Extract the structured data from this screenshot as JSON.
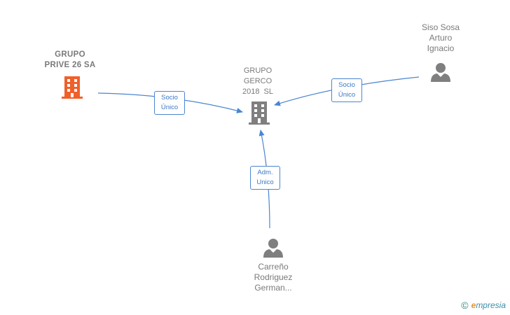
{
  "nodes": {
    "grupo_prive": {
      "lines": [
        "GRUPO",
        "PRIVE 26 SA"
      ],
      "color": "#f0602a"
    },
    "grupo_gerco": {
      "lines": [
        "GRUPO",
        "GERCO",
        "2018  SL"
      ],
      "color": "#8a8a8a"
    },
    "siso_sosa": {
      "lines": [
        "Siso Sosa",
        "Arturo",
        "Ignacio"
      ],
      "color": "#8a8a8a"
    },
    "carreno": {
      "lines": [
        "Carreño",
        "Rodriguez",
        "German..."
      ],
      "color": "#8a8a8a"
    }
  },
  "edges": {
    "prive_to_gerco": {
      "lines": [
        "Socio",
        "Único"
      ]
    },
    "siso_to_gerco": {
      "lines": [
        "Socio",
        "Único"
      ]
    },
    "carreno_to_gerco": {
      "lines": [
        "Adm.",
        "Unico"
      ]
    }
  },
  "colors": {
    "edge": "#4a86d0",
    "icon_company_main": "#f0602a",
    "icon_gray": "#7f7f7f"
  },
  "footer": {
    "copyright": "©",
    "brand_initial": "e",
    "brand_rest": "mpresia"
  }
}
